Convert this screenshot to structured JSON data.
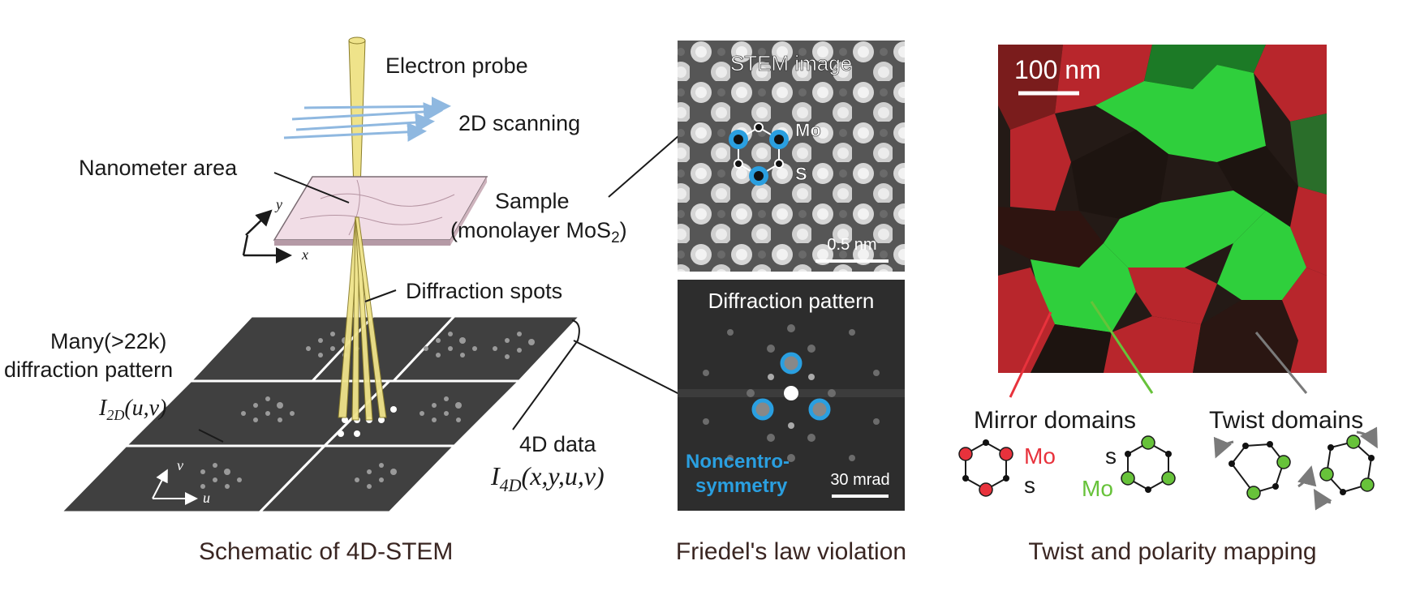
{
  "schematic": {
    "electron_probe": "Electron probe",
    "scanning": "2D scanning",
    "nanometer_area": "Nanometer area",
    "axis_x": "x",
    "axis_y": "y",
    "sample_line1": "Sample",
    "sample_line2_pre": "(monolayer MoS",
    "sample_line2_sub": "2",
    "sample_line2_post": ")",
    "diffraction_spots": "Diffraction spots",
    "many_line1": "Many(>22k)",
    "many_line2": "diffraction pattern",
    "i2d_main": "I",
    "i2d_sub": "2D",
    "i2d_args": "(u,v)",
    "data4d": "4D data",
    "i4d_main": "I",
    "i4d_sub": "4D",
    "i4d_args": "(x,y,u,v)",
    "axis_u": "u",
    "axis_v": "v",
    "caption": "Schematic of 4D-STEM"
  },
  "stem": {
    "title": "STEM image",
    "mo": "Mo",
    "s": "S",
    "scale": "0.5 nm"
  },
  "diffraction": {
    "title": "Diffraction pattern",
    "noncentro1": "Noncentro-",
    "noncentro2": "symmetry",
    "scale": "30 mrad",
    "caption": "Friedel's law violation"
  },
  "mapping": {
    "scale": "100 nm",
    "mirror": "Mirror domains",
    "twist": "Twist domains",
    "mo_red": "Mo",
    "s_red": "s",
    "s_green": "s",
    "mo_green": "Mo",
    "caption": "Twist and polarity mapping"
  },
  "colors": {
    "probe": "#efe38a",
    "scan_arrow": "#8fb8e0",
    "sample": "#f1dde6",
    "highlight": "#2a9fe0",
    "mo_red": "#e8323c",
    "mo_green": "#67c23a",
    "domain_red": "#b8262c",
    "domain_green": "#2fcf3c"
  }
}
